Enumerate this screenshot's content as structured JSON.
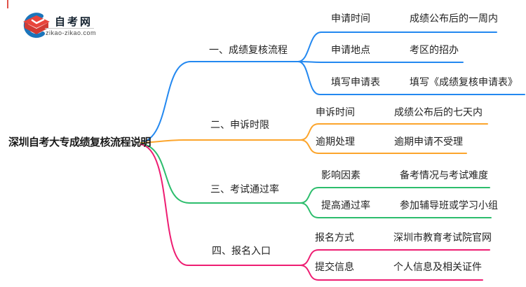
{
  "logo": {
    "title": "自考网",
    "subtitle": "zikao-zikao.com"
  },
  "root": {
    "label": "深圳自考大专成绩复核流程说明"
  },
  "colors": {
    "branch1": "#2388f0",
    "branch2": "#fca52c",
    "branch3": "#2cbd6c",
    "branch4": "#ee1d72",
    "text": "#1c1c1c",
    "logo_blue": "#1b75bb",
    "logo_red": "#e8453c"
  },
  "branches": [
    {
      "label": "一、成绩复核流程",
      "color": "#2388f0",
      "children": [
        {
          "label": "申请时间",
          "value": "成绩公布后的一周内"
        },
        {
          "label": "申请地点",
          "value": "考区的招办"
        },
        {
          "label": "填写申请表",
          "value": "填写《成绩复核申请表》"
        }
      ]
    },
    {
      "label": "二、申诉时限",
      "color": "#fca52c",
      "children": [
        {
          "label": "申诉时间",
          "value": "成绩公布后的七天内"
        },
        {
          "label": "逾期处理",
          "value": "逾期申请不受理"
        }
      ]
    },
    {
      "label": "三、考试通过率",
      "color": "#2cbd6c",
      "children": [
        {
          "label": "影响因素",
          "value": "备考情况与考试难度"
        },
        {
          "label": "提高通过率",
          "value": "参加辅导班或学习小组"
        }
      ]
    },
    {
      "label": "四、报名入口",
      "color": "#ee1d72",
      "children": [
        {
          "label": "报名方式",
          "value": "深圳市教育考试院官网"
        },
        {
          "label": "提交信息",
          "value": "个人信息及相关证件"
        }
      ]
    }
  ]
}
